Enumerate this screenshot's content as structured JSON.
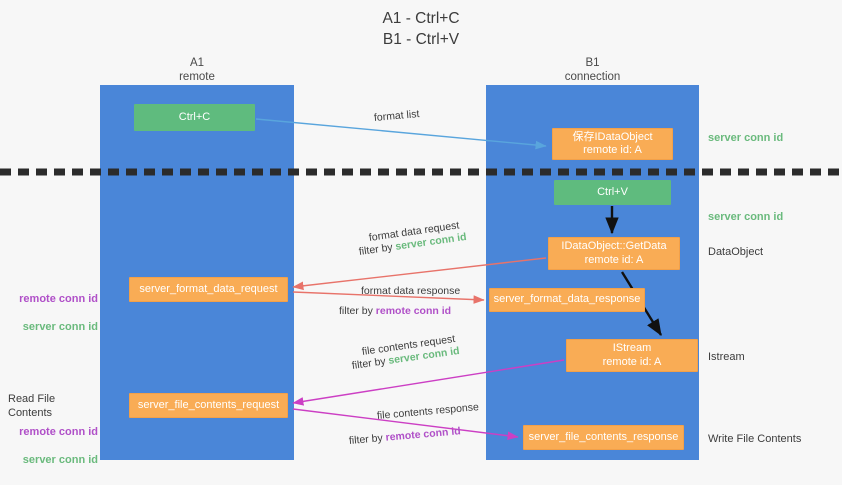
{
  "title": "A1 - Ctrl+C\nB1 - Ctrl+V",
  "lanes": [
    {
      "id": "a1",
      "title": "A1\nremote"
    },
    {
      "id": "b1",
      "title": "B1\nconnection"
    }
  ],
  "boxes": {
    "ctrl_c": "Ctrl+C",
    "ctrl_v": "Ctrl+V",
    "idataobject": "保存IDataObject\nremote id: A",
    "getdata": "IDataObject::GetData\nremote id: A",
    "istream": "IStream\nremote id: A",
    "format_data_request": "server_format_data_request",
    "format_data_response": "server_format_data_response",
    "file_contents_request": "server_file_contents_request",
    "file_contents_response": "server_file_contents_response"
  },
  "arrow_labels": {
    "format_list": "format list",
    "format_data_request": "format data request",
    "format_data_request_filter_prefix": "filter by ",
    "format_data_request_filter_value": "server conn id",
    "format_data_response": "format data response",
    "format_data_response_filter_prefix": "filter by ",
    "format_data_response_filter_value": "remote conn id",
    "file_contents_request": "file contents request",
    "file_contents_request_filter_prefix": "filter by ",
    "file_contents_request_filter_value": "server conn id",
    "file_contents_response": "file contents response",
    "file_contents_response_filter_prefix": "filter by ",
    "file_contents_response_filter_value": "remote conn id"
  },
  "annotations": {
    "server_conn_id_top": "server conn id",
    "server_conn_id_second": "server conn id",
    "dataobject": "DataObject",
    "istream": "Istream",
    "write_file_contents": "Write File Contents",
    "read_file_contents": "Read File Contents",
    "left_conn_remote": "remote conn id",
    "left_conn_server": "server conn id",
    "left_conn_remote_2": "remote conn id",
    "left_conn_server_2": "server conn id"
  },
  "colors": {
    "lane": "#4a86d8",
    "green_box": "#5fbb7e",
    "orange_box": "#f9ac55",
    "server_conn_id": "#6aba7d",
    "remote_conn_id": "#b050c8",
    "arrow_blue": "#59a5dd",
    "arrow_red": "#e8736a",
    "arrow_magenta": "#cc3fc4",
    "arrow_black": "#111111",
    "background": "#f7f7f7"
  }
}
